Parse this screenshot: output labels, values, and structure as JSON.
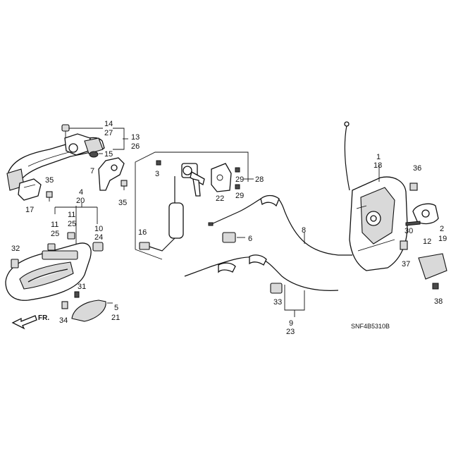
{
  "labels": {
    "p1": "1",
    "p18": "18",
    "p2": "2",
    "p19": "19",
    "p3": "3",
    "p4": "4",
    "p20": "20",
    "p5": "5",
    "p21": "21",
    "p6": "6",
    "p7": "7",
    "p8": "8",
    "p9": "9",
    "p23": "23",
    "p10": "10",
    "p24": "24",
    "p11a": "11",
    "p25a": "25",
    "p11b": "11",
    "p25b": "25",
    "p12": "12",
    "p13": "13",
    "p26": "26",
    "p14": "14",
    "p27": "27",
    "p15": "15",
    "p16": "16",
    "p17": "17",
    "p22": "22",
    "p28": "28",
    "p29a": "29",
    "p29b": "29",
    "p30": "30",
    "p31": "31",
    "p32": "32",
    "p33": "33",
    "p34": "34",
    "p35a": "35",
    "p35b": "35",
    "p36": "36",
    "p37": "37",
    "p38": "38"
  },
  "direction_label": "FR.",
  "diagram_code": "SNF4B5310B"
}
